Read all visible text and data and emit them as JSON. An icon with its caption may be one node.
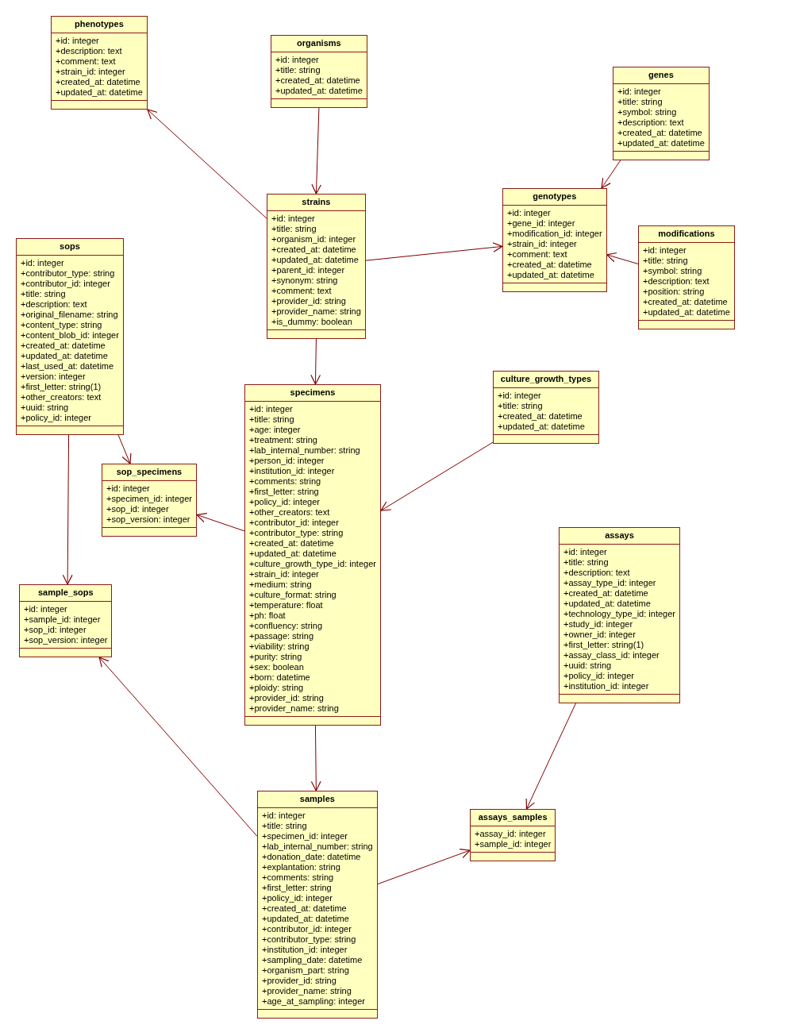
{
  "diagram": {
    "nodes": [
      {
        "text": [
          "phenotypes",
          "+id: integer",
          "+description: text",
          "+comment: text",
          "+strain_id: integer",
          "+created_at: datetime",
          "+updated_at: datetime"
        ]
      },
      {
        "text": [
          "organisms",
          "+id: integer",
          "+title: string",
          "+created_at: datetime",
          "+updated_at: datetime"
        ]
      },
      {
        "text": [
          "genes",
          "+id: integer",
          "+title: string",
          "+symbol: string",
          "+description: text",
          "+created_at: datetime",
          "+updated_at: datetime"
        ]
      },
      {
        "text": [
          "strains",
          "+id: integer",
          "+title: string",
          "+organism_id: integer",
          "+created_at: datetime",
          "+updated_at: datetime",
          "+parent_id: integer",
          "+synonym: string",
          "+comment: text",
          "+provider_id: string",
          "+provider_name: string",
          "+is_dummy: boolean"
        ]
      },
      {
        "text": [
          "genotypes",
          "+id: integer",
          "+gene_id: integer",
          "+modification_id: integer",
          "+strain_id: integer",
          "+comment: text",
          "+created_at: datetime",
          "+updated_at: datetime"
        ]
      },
      {
        "text": [
          "modifications",
          "+id: integer",
          "+title: string",
          "+symbol: string",
          "+description: text",
          "+position: string",
          "+created_at: datetime",
          "+updated_at: datetime"
        ]
      },
      {
        "text": [
          "sops",
          "+id: integer",
          "+contributor_type: string",
          "+contributor_id: integer",
          "+title: string",
          "+description: text",
          "+original_filename: string",
          "+content_type: string",
          "+content_blob_id: integer",
          "+created_at: datetime",
          "+updated_at: datetime",
          "+last_used_at: datetime",
          "+version: integer",
          "+first_letter: string(1)",
          "+other_creators: text",
          "+uuid: string",
          "+policy_id: integer"
        ]
      },
      {
        "text": [
          "specimens",
          "+id: integer",
          "+title: string",
          "+age: integer",
          "+treatment: string",
          "+lab_internal_number: string",
          "+person_id: integer",
          "+institution_id: integer",
          "+comments: string",
          "+first_letter: string",
          "+policy_id: integer",
          "+other_creators: text",
          "+contributor_id: integer",
          "+contributor_type: string",
          "+created_at: datetime",
          "+updated_at: datetime",
          "+culture_growth_type_id: integer",
          "+strain_id: integer",
          "+medium: string",
          "+culture_format: string",
          "+temperature: float",
          "+ph: float",
          "+confluency: string",
          "+passage: string",
          "+viability: string",
          "+purity: string",
          "+sex: boolean",
          "+born: datetime",
          "+ploidy: string",
          "+provider_id: string",
          "+provider_name: string"
        ]
      },
      {
        "text": [
          "culture_growth_types",
          "+id: integer",
          "+title: string",
          "+created_at: datetime",
          "+updated_at: datetime"
        ]
      },
      {
        "text": [
          "sop_specimens",
          "+id: integer",
          "+specimen_id: integer",
          "+sop_id: integer",
          "+sop_version: integer"
        ]
      },
      {
        "text": [
          "assays",
          "+id: integer",
          "+title: string",
          "+description: text",
          "+assay_type_id: integer",
          "+created_at: datetime",
          "+updated_at: datetime",
          "+technology_type_id: integer",
          "+study_id: integer",
          "+owner_id: integer",
          "+first_letter: string(1)",
          "+assay_class_id: integer",
          "+uuid: string",
          "+policy_id: integer",
          "+institution_id: integer"
        ]
      },
      {
        "text": [
          "sample_sops",
          "+id: integer",
          "+sample_id: integer",
          "+sop_id: integer",
          "+sop_version: integer"
        ]
      },
      {
        "text": [
          "samples",
          "+id: integer",
          "+title: string",
          "+specimen_id: integer",
          "+lab_internal_number: string",
          "+donation_date: datetime",
          "+explantation: string",
          "+comments: string",
          "+first_letter: string",
          "+policy_id: integer",
          "+created_at: datetime",
          "+updated_at: datetime",
          "+contributor_id: integer",
          "+contributor_type: string",
          "+institution_id: integer",
          "+sampling_date: datetime",
          "+organism_part: string",
          "+provider_id: string",
          "+provider_name: string",
          "+age_at_sampling: integer"
        ]
      },
      {
        "text": [
          "assays_samples",
          "+assay_id: integer",
          "+sample_id: integer"
        ]
      }
    ],
    "edges": [
      {
        "from": 3,
        "to": 0,
        "arrow": "to"
      },
      {
        "from": 1,
        "to": 3,
        "arrow": "to"
      },
      {
        "from": 3,
        "to": 4,
        "arrow": "to"
      },
      {
        "from": 2,
        "to": 4,
        "arrow": "to"
      },
      {
        "from": 5,
        "to": 4,
        "arrow": "to"
      },
      {
        "from": 3,
        "to": 7,
        "arrow": "to"
      },
      {
        "from": 8,
        "to": 7,
        "arrow": "to"
      },
      {
        "from": 7,
        "to": 9,
        "arrow": "to"
      },
      {
        "from": 6,
        "to": 9,
        "arrow": "to"
      },
      {
        "from": 6,
        "to": 11,
        "arrow": "to"
      },
      {
        "from": 12,
        "to": 11,
        "arrow": "to"
      },
      {
        "from": 7,
        "to": 12,
        "arrow": "to"
      },
      {
        "from": 12,
        "to": 13,
        "arrow": "to"
      },
      {
        "from": 10,
        "to": 13,
        "arrow": "to"
      }
    ]
  }
}
